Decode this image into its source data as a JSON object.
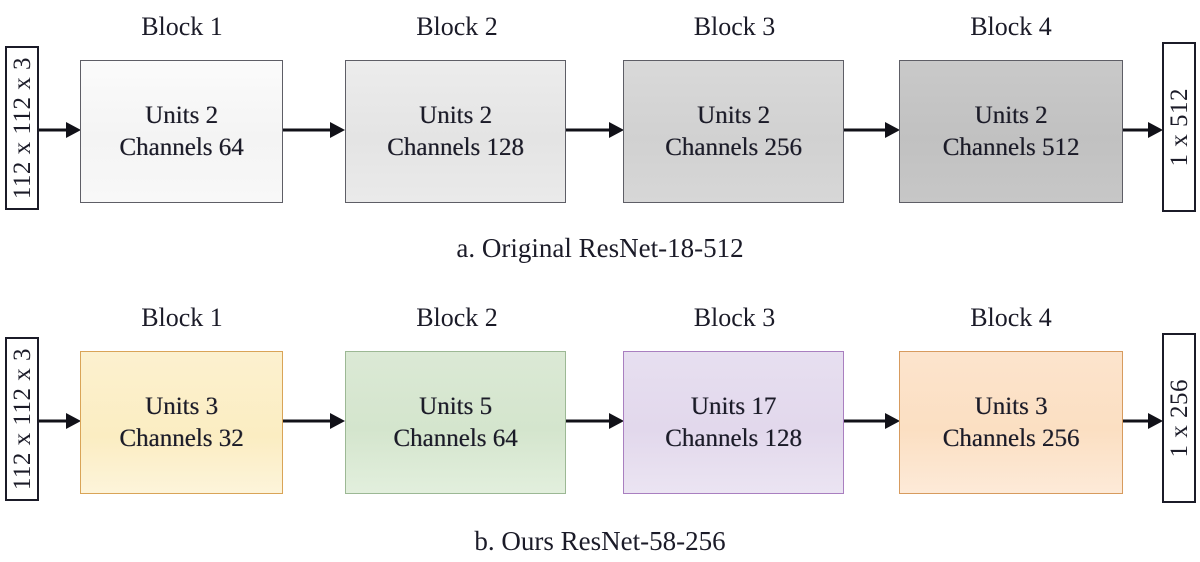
{
  "figure": {
    "rows": [
      {
        "id": "original",
        "caption": "a. Original ResNet-18-512",
        "input_label": "112 x 112 x 3",
        "output_label": "1 x 512",
        "blocks": [
          {
            "label": "Block 1",
            "units_line": "Units 2",
            "channels_line": "Channels  64",
            "fill": "#f4f4f4",
            "border": "#5e5e66"
          },
          {
            "label": "Block 2",
            "units_line": "Units 2",
            "channels_line": "Channels  128",
            "fill": "#e4e4e4",
            "border": "#5e5e66"
          },
          {
            "label": "Block 3",
            "units_line": "Units 2",
            "channels_line": "Channels  256",
            "fill": "#d1d1d1",
            "border": "#5e5e66"
          },
          {
            "label": "Block 4",
            "units_line": "Units 2",
            "channels_line": "Channels  512",
            "fill": "#c1c1c1",
            "border": "#5e5e66"
          }
        ]
      },
      {
        "id": "ours",
        "caption": "b. Ours ResNet-58-256",
        "input_label": "112 x 112 x 3",
        "output_label": "1 x 256",
        "blocks": [
          {
            "label": "Block 1",
            "units_line": "Units  3",
            "channels_line": "Channels  32",
            "fill": "#fbedc2",
            "border": "#d9a457"
          },
          {
            "label": "Block 2",
            "units_line": "Units 5",
            "channels_line": "Channels  64",
            "fill": "#d4e5cd",
            "border": "#9cb894"
          },
          {
            "label": "Block 3",
            "units_line": "Units 17",
            "channels_line": "Channels  128",
            "fill": "#e2d8ec",
            "border": "#a97fc0"
          },
          {
            "label": "Block 4",
            "units_line": "Units 3",
            "channels_line": "Channels  256",
            "fill": "#fbdfc2",
            "border": "#d79b5e"
          }
        ]
      }
    ],
    "icons": {
      "flow_arrow": "right-arrow-icon"
    }
  }
}
